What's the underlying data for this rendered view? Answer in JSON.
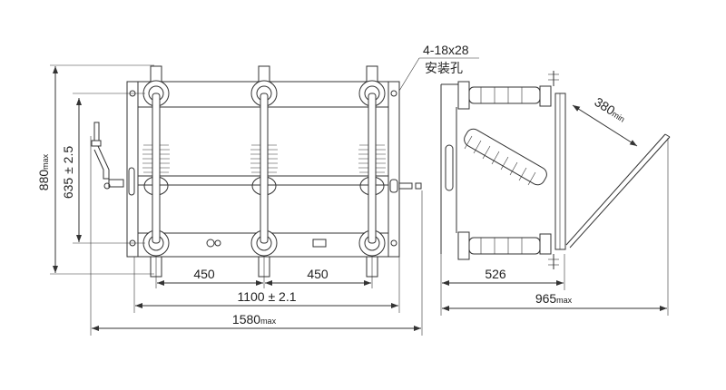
{
  "front_view": {
    "height_dim": {
      "value": "880",
      "suffix": "max"
    },
    "mount_dim": {
      "value": "635 ± 2.5"
    },
    "pole_spacing_left": "450",
    "pole_spacing_right": "450",
    "frame_width": "1100 ± 2.1",
    "overall_width": {
      "value": "1580",
      "suffix": "max"
    }
  },
  "callout": {
    "spec": "4-18x28",
    "label": "安装孔"
  },
  "side_view": {
    "depth_dim": "526",
    "overall_depth": {
      "value": "965",
      "suffix": "max"
    },
    "clearance": {
      "value": "380",
      "suffix": "min"
    }
  }
}
